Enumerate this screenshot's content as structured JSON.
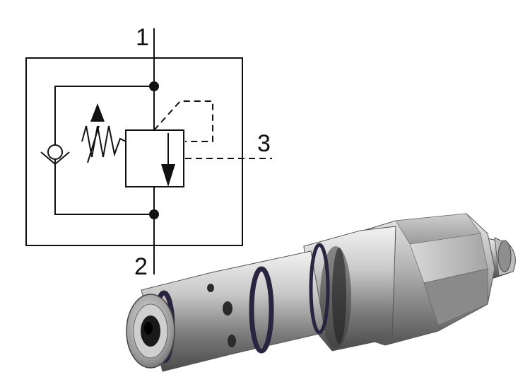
{
  "schematic": {
    "ports": [
      {
        "id": "port-1",
        "label": "1"
      },
      {
        "id": "port-2",
        "label": "2"
      },
      {
        "id": "port-3",
        "label": "3"
      }
    ]
  },
  "colors": {
    "line": "#111111",
    "background": "#ffffff",
    "steel_light": "#dcdcdc",
    "steel_mid": "#a8a8a8",
    "steel_dark": "#5a5a5a",
    "seal_ring": "#2a2440"
  }
}
